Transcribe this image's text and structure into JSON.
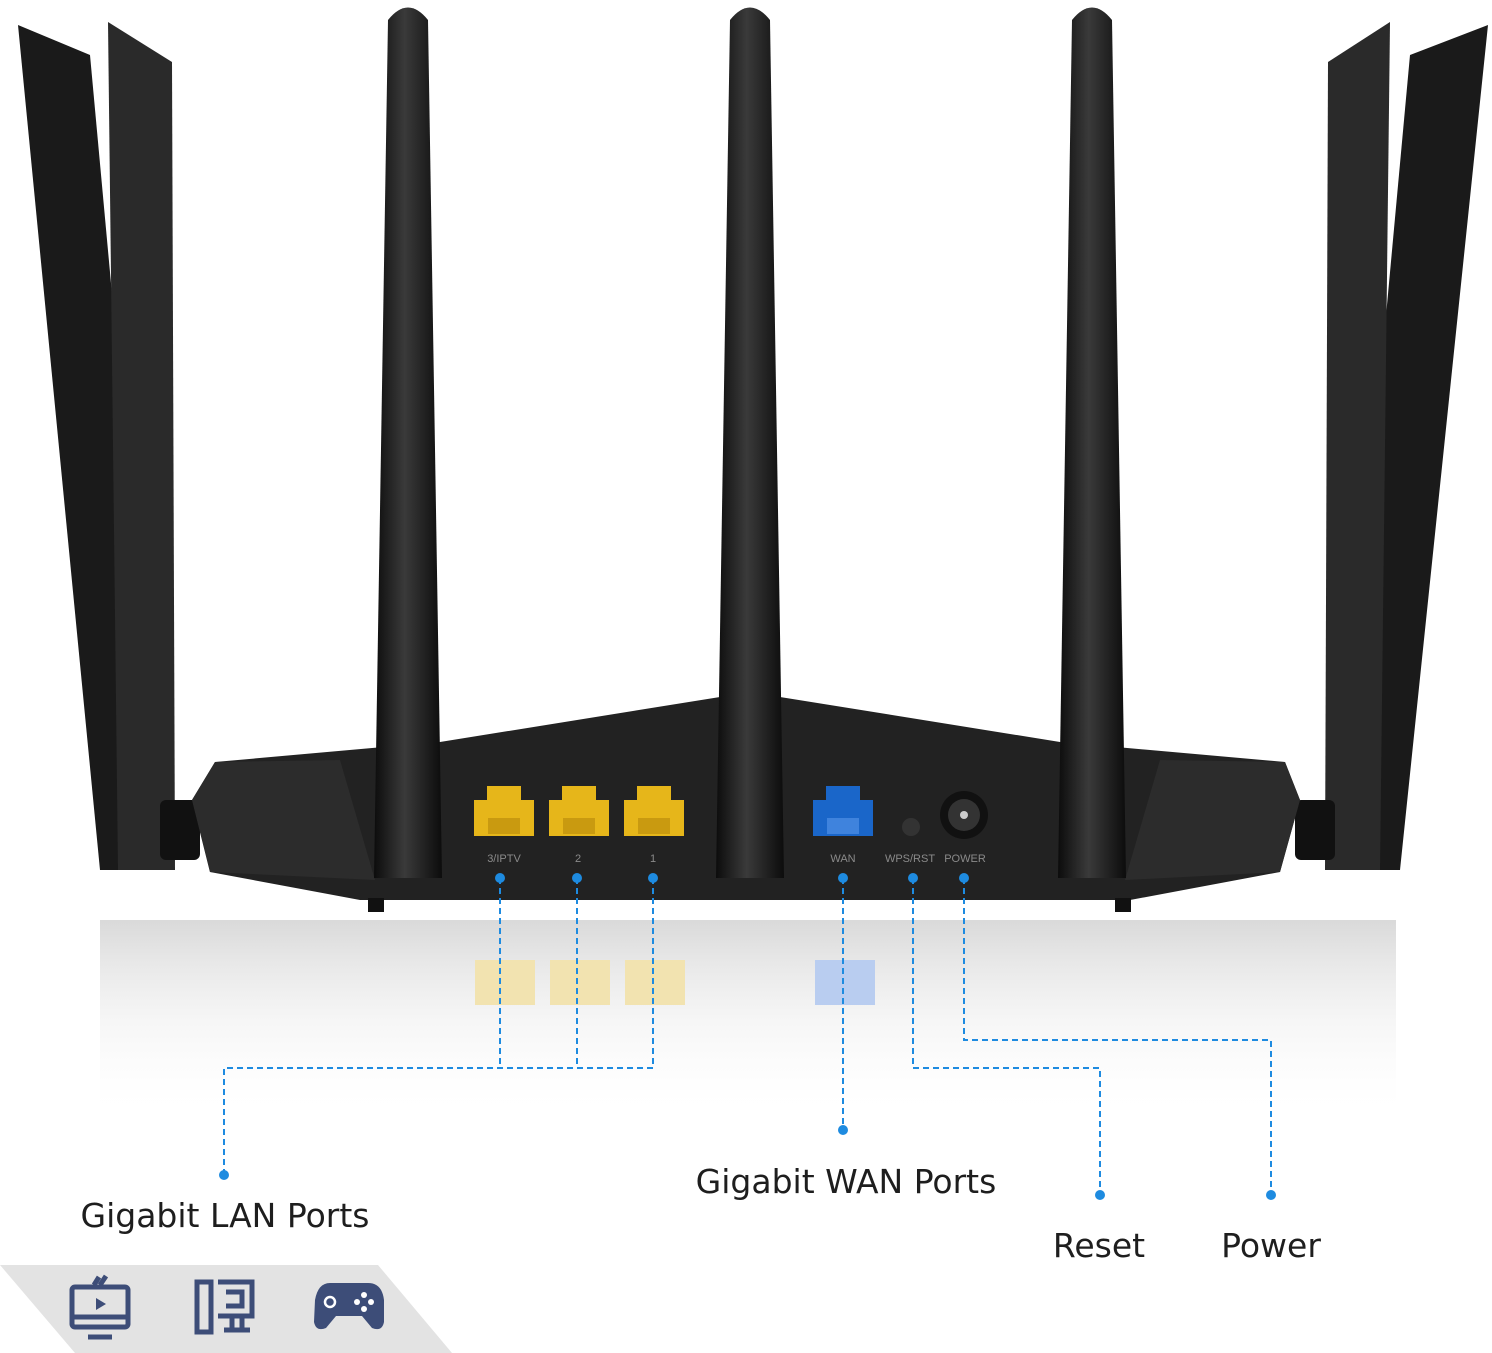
{
  "colors": {
    "accent": "#1e8be0",
    "lan_port": "#e6b61a",
    "wan_port": "#1a66c9",
    "body": "#1f1f1f",
    "icon": "#3d4d78",
    "banner": "#e3e3e3"
  },
  "ports": {
    "lan3": "3/IPTV",
    "lan2": "2",
    "lan1": "1",
    "wan": "WAN",
    "wps": "WPS/RST",
    "power": "POWER"
  },
  "callouts": {
    "lan": "Gigabit LAN Ports",
    "wan": "Gigabit WAN Ports",
    "reset": "Reset",
    "power": "Power"
  },
  "banner_icons": [
    "tv-icon",
    "desktop-computer-icon",
    "gamepad-icon"
  ]
}
